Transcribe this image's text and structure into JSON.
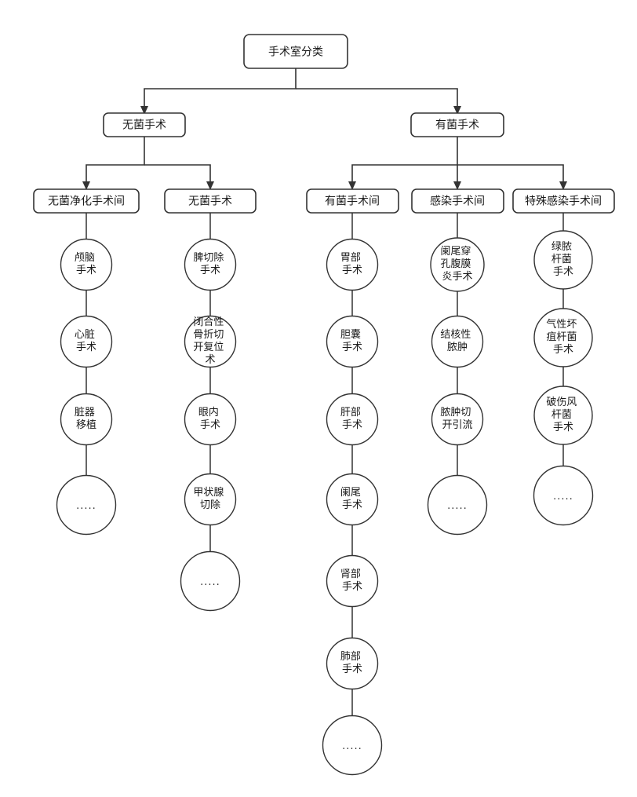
{
  "diagram": {
    "type": "tree-flowchart",
    "title": "手术室分类",
    "orientation": "top-down",
    "colors": {
      "stroke": "#333333",
      "fill": "#ffffff",
      "text": "#1a1a1a",
      "background": "#ffffff"
    },
    "root": {
      "label": "手术室分类"
    },
    "level2": [
      {
        "label": "无菌手术"
      },
      {
        "label": "有菌手术"
      }
    ],
    "level3": [
      {
        "label": "无菌净化手术间"
      },
      {
        "label": "无菌手术"
      },
      {
        "label": "有菌手术间"
      },
      {
        "label": "感染手术间"
      },
      {
        "label": "特殊感染手术间"
      }
    ],
    "columns": [
      {
        "parent": "无菌净化手术间",
        "items": [
          {
            "lines": [
              "颅脑",
              "手术"
            ]
          },
          {
            "lines": [
              "心脏",
              "手术"
            ]
          },
          {
            "lines": [
              "脏器",
              "移植"
            ]
          },
          {
            "lines": [
              "....."
            ]
          }
        ]
      },
      {
        "parent": "无菌手术",
        "items": [
          {
            "lines": [
              "脾切除",
              "手术"
            ]
          },
          {
            "lines": [
              "闭合性",
              "骨折切",
              "开复位",
              "术"
            ]
          },
          {
            "lines": [
              "眼内",
              "手术"
            ]
          },
          {
            "lines": [
              "甲状腺",
              "切除"
            ]
          },
          {
            "lines": [
              "....."
            ]
          }
        ]
      },
      {
        "parent": "有菌手术间",
        "items": [
          {
            "lines": [
              "胃部",
              "手术"
            ]
          },
          {
            "lines": [
              "胆囊",
              "手术"
            ]
          },
          {
            "lines": [
              "肝部",
              "手术"
            ]
          },
          {
            "lines": [
              "阑尾",
              "手术"
            ]
          },
          {
            "lines": [
              "肾部",
              "手术"
            ]
          },
          {
            "lines": [
              "肺部",
              "手术"
            ]
          },
          {
            "lines": [
              "....."
            ]
          }
        ]
      },
      {
        "parent": "感染手术间",
        "items": [
          {
            "lines": [
              "阑尾穿",
              "孔腹膜",
              "炎手术"
            ]
          },
          {
            "lines": [
              "结核性",
              "脓肿"
            ]
          },
          {
            "lines": [
              "脓肿切",
              "开引流"
            ]
          },
          {
            "lines": [
              "....."
            ]
          }
        ]
      },
      {
        "parent": "特殊感染手术间",
        "items": [
          {
            "lines": [
              "绿脓",
              "杆菌",
              "手术"
            ]
          },
          {
            "lines": [
              "气性坏",
              "疽杆菌",
              "手术"
            ]
          },
          {
            "lines": [
              "破伤风",
              "杆菌",
              "手术"
            ]
          },
          {
            "lines": [
              "....."
            ]
          }
        ]
      }
    ]
  }
}
